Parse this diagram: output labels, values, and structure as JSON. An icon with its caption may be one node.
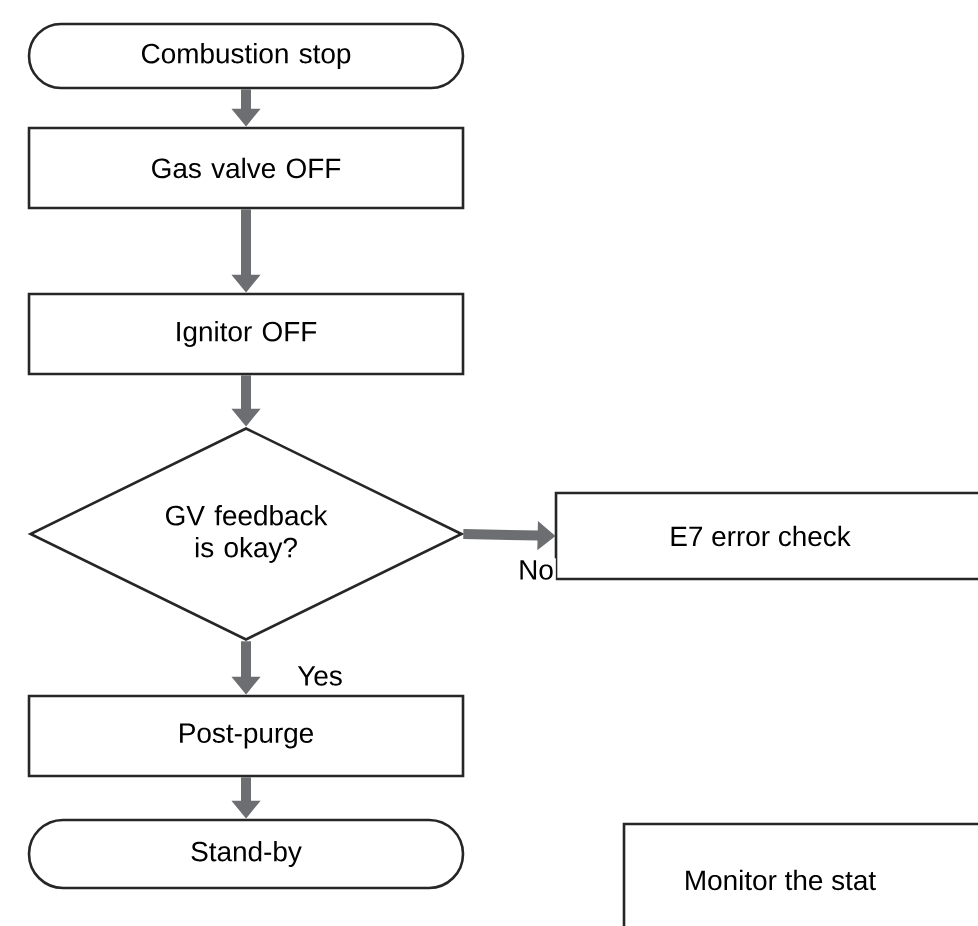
{
  "diagram": {
    "nodes": [
      {
        "text": [
          "Combustion stop"
        ]
      },
      {
        "text": [
          "Gas valve OFF"
        ]
      },
      {
        "text": [
          "Ignitor OFF"
        ]
      },
      {
        "text": [
          "GV feedback is okay?"
        ]
      },
      {
        "text": [
          "E7 error check"
        ]
      },
      {
        "text": [
          "Post-purge"
        ]
      },
      {
        "text": [
          "Stand-by"
        ]
      },
      {
        "text": [
          "Monitor the stat"
        ]
      }
    ],
    "edges": [
      {
        "from": 0,
        "to": 1,
        "arrow": "to"
      },
      {
        "from": 1,
        "to": 2,
        "arrow": "to"
      },
      {
        "from": 2,
        "to": 3,
        "arrow": "to"
      },
      {
        "from": 3,
        "to": 4,
        "arrow": "to",
        "label": "No"
      },
      {
        "from": 3,
        "to": 5,
        "arrow": "to",
        "label": "Yes"
      },
      {
        "from": 5,
        "to": 6,
        "arrow": "to"
      }
    ]
  }
}
